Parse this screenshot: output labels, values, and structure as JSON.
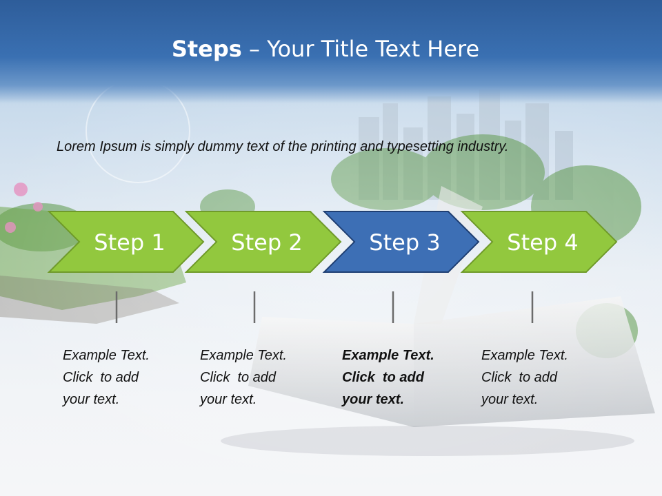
{
  "slide": {
    "title_bold": "Steps",
    "title_rest": " – Your Title Text Here",
    "intro": "Lorem Ipsum is simply dummy text of the printing and typesetting industry.",
    "colors": {
      "chevron_green": "#92c83e",
      "chevron_green_border": "#6f9a2a",
      "chevron_blue": "#3d6fb5",
      "chevron_blue_border": "#1f3f73",
      "connector": "#6b6b6b"
    },
    "steps": [
      {
        "label": "Step 1",
        "lines": [
          "Example Text.",
          "Click  to add",
          "your text."
        ],
        "highlight": false
      },
      {
        "label": "Step 2",
        "lines": [
          "Example Text.",
          "Click  to add",
          "your text."
        ],
        "highlight": false
      },
      {
        "label": "Step 3",
        "lines": [
          "Example Text.",
          "Click  to add",
          "your text."
        ],
        "highlight": true
      },
      {
        "label": "Step 4",
        "lines": [
          "Example Text.",
          "Click  to add",
          "your text."
        ],
        "highlight": false
      }
    ]
  }
}
